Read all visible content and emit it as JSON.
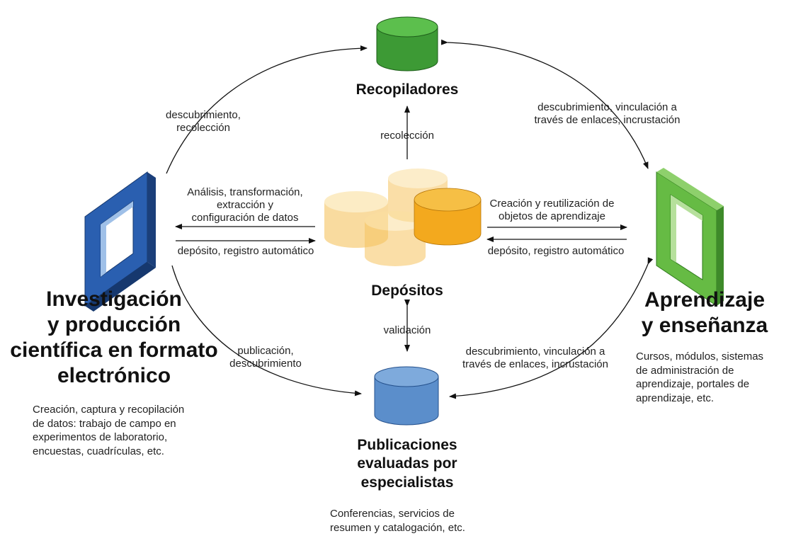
{
  "nodes": {
    "collectors": {
      "title": "Recopiladores",
      "color": "#3d9a35"
    },
    "repositories": {
      "title": "Depósitos",
      "color": "#f5b52a"
    },
    "peer_reviewed": {
      "title": "Publicaciones\nevaluadas por\nespecialistas",
      "description": "Conferencias, servicios de\nresumen y catalogación, etc.",
      "color": "#5b8ecb"
    },
    "research": {
      "title": "Investigación\ny producción\ncientífica en formato\nelectrónico",
      "description": "Creación, captura y recopilación\nde datos: trabajo de campo en\nexperimentos de laboratorio,\nencuestas, cuadrículas, etc.",
      "color": "#2a5fb0"
    },
    "learning": {
      "title": "Aprendizaje\ny enseñanza",
      "description": "Cursos, módulos, sistemas\nde administración de\naprendizaje, portales de\naprendizaje, etc.",
      "color": "#66bb44"
    }
  },
  "edges": {
    "research_to_collectors": "descubrimiento,\nrecolección",
    "collectors_to_learning": "descubrimiento, vinculación a\ntravés de enlaces, incrustación",
    "repositories_to_collectors": "recolección",
    "repositories_to_research": "Análisis, transformación,\nextracción y\nconfiguración de datos",
    "research_to_repositories": "depósito, registro automático",
    "repositories_to_learning": "Creación y reutilización de\nobjetos de aprendizaje",
    "learning_to_repositories": "depósito, registro automático",
    "repositories_peer_reviewed": "validación",
    "research_to_peer_reviewed": "publicación,\ndescubrimiento",
    "learning_to_peer_reviewed": "descubrimiento, vinculación a\ntravés de enlaces, incrustación"
  }
}
